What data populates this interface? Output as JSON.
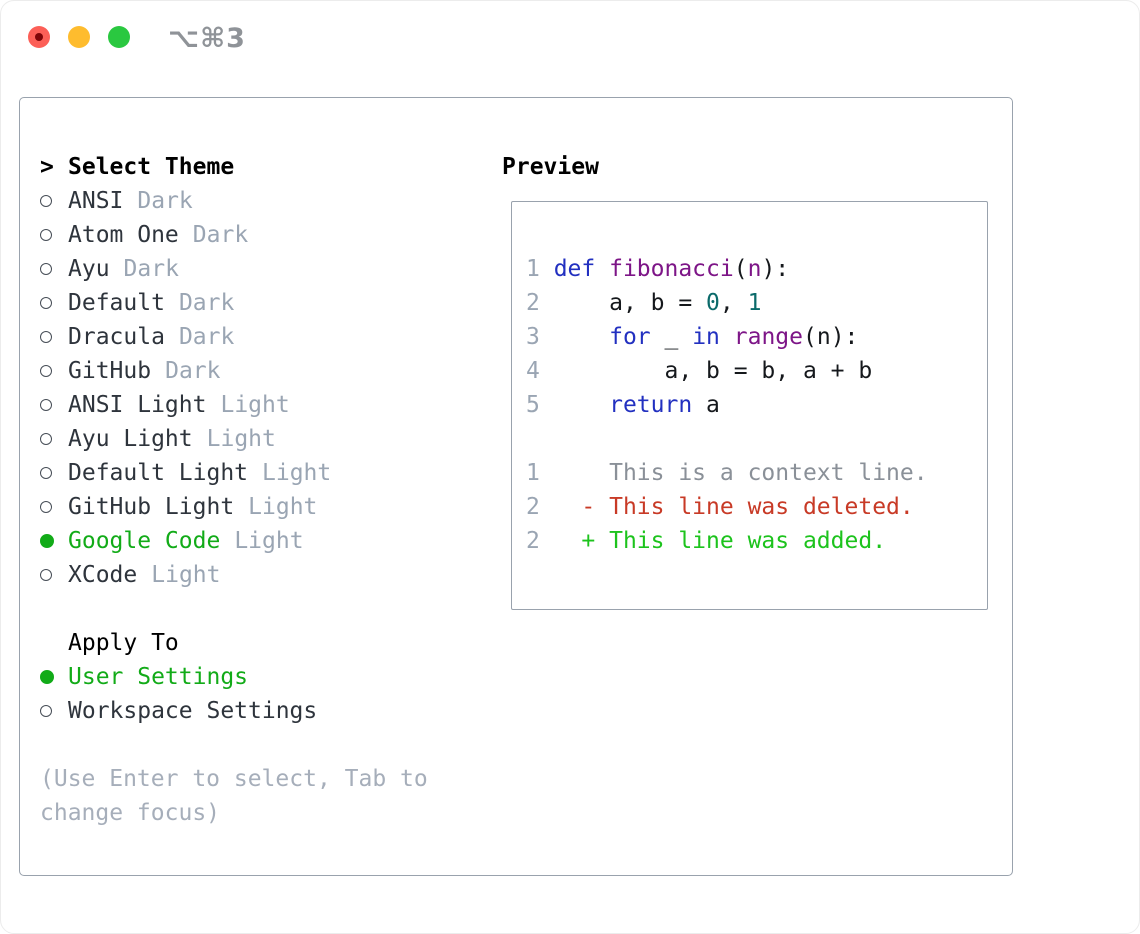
{
  "window": {
    "shortcut": "⌥⌘3"
  },
  "colors": {
    "tl_red": "#fc5f57",
    "tl_red_dot": "#7e0508",
    "tl_yellow": "#febc2e",
    "tl_green": "#2ac840",
    "shortcut": "#8f9398",
    "border": "#99a2ad",
    "item": "#2e343c",
    "muted": "#9aa5b3",
    "hint": "#a6aeba",
    "circle": "#474e57",
    "green": "#12ab18",
    "kw": "#2230c0",
    "fn": "#7d1587",
    "num": "#0b6a6a",
    "plain": "#15181c",
    "ctx": "#8a9098",
    "del": "#c83a26",
    "add": "#1dc31d"
  },
  "theme_panel": {
    "title_prefix": ">",
    "title": "Select Theme",
    "themes": [
      {
        "name": "ANSI",
        "variant": "Dark",
        "selected": false
      },
      {
        "name": "Atom One",
        "variant": "Dark",
        "selected": false
      },
      {
        "name": "Ayu",
        "variant": "Dark",
        "selected": false
      },
      {
        "name": "Default",
        "variant": "Dark",
        "selected": false
      },
      {
        "name": "Dracula",
        "variant": "Dark",
        "selected": false
      },
      {
        "name": "GitHub",
        "variant": "Dark",
        "selected": false
      },
      {
        "name": "ANSI Light",
        "variant": "Light",
        "selected": false
      },
      {
        "name": "Ayu Light",
        "variant": "Light",
        "selected": false
      },
      {
        "name": "Default Light",
        "variant": "Light",
        "selected": false
      },
      {
        "name": "GitHub Light",
        "variant": "Light",
        "selected": false
      },
      {
        "name": "Google Code",
        "variant": "Light",
        "selected": true
      },
      {
        "name": "XCode",
        "variant": "Light",
        "selected": false
      }
    ],
    "apply_to": {
      "label": "Apply To",
      "options": [
        {
          "label": "User Settings",
          "selected": true
        },
        {
          "label": "Workspace Settings",
          "selected": false
        }
      ]
    },
    "hint_lines": [
      "(Use Enter to select, Tab to",
      "change focus)"
    ]
  },
  "preview": {
    "title": "Preview",
    "code_lines": [
      {
        "num": "1",
        "parts": [
          [
            "def ",
            "kw"
          ],
          [
            "fibonacci",
            "fn"
          ],
          [
            "(",
            "pl"
          ],
          [
            "n",
            "fn"
          ],
          [
            "):",
            "pl"
          ]
        ]
      },
      {
        "num": "2",
        "parts": [
          [
            "    a, b = ",
            "pl"
          ],
          [
            "0",
            "num"
          ],
          [
            ", ",
            "pl"
          ],
          [
            "1",
            "num"
          ]
        ]
      },
      {
        "num": "3",
        "parts": [
          [
            "    for",
            "kw"
          ],
          [
            " _ ",
            "pl"
          ],
          [
            "in",
            "kw"
          ],
          [
            " ",
            "pl"
          ],
          [
            "range",
            "fn"
          ],
          [
            "(n):",
            "pl"
          ]
        ]
      },
      {
        "num": "4",
        "parts": [
          [
            "        a, b = b, a + b",
            "pl"
          ]
        ]
      },
      {
        "num": "5",
        "parts": [
          [
            "    return",
            "kw"
          ],
          [
            " a",
            "pl"
          ]
        ]
      },
      {
        "num": "",
        "parts": []
      },
      {
        "num": "1",
        "parts": [
          [
            "    This is a context line.",
            "ctx"
          ]
        ]
      },
      {
        "num": "2",
        "parts": [
          [
            "  ",
            "pl"
          ],
          [
            "- This line was deleted.",
            "del"
          ]
        ]
      },
      {
        "num": "2",
        "parts": [
          [
            "  ",
            "pl"
          ],
          [
            "+ This line was added.",
            "add"
          ]
        ]
      }
    ]
  }
}
